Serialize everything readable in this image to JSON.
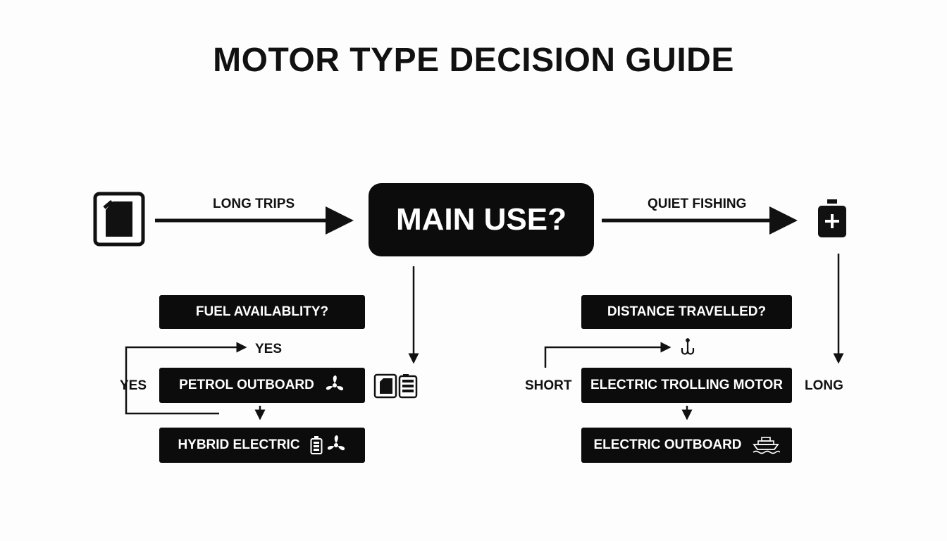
{
  "title": "MOTOR TYPE DECISION GUIDE",
  "main_question": "MAIN USE?",
  "edges": {
    "long_trips": "LONG TRIPS",
    "quiet_fishing": "QUIET FISHING",
    "left_yes_top": "YES",
    "left_yes_side": "YES",
    "short": "SHORT",
    "long": "LONG"
  },
  "left_nodes": {
    "fuel_question": "FUEL AVAILABLITY?",
    "petrol_outboard": "PETROL OUTBOARD",
    "hybrid_electric": "HYBRID ELECTRIC"
  },
  "right_nodes": {
    "distance_question": "DISTANCE TRAVELLED?",
    "electric_trolling": "ELECTRIC TROLLING MOTOR",
    "electric_outboard": "ELECTRIC OUTBOARD"
  },
  "icons": {
    "left_start": "fuel-can-icon",
    "right_start": "battery-icon",
    "petrol": "propeller-icon",
    "hybrid": [
      "battery-icon",
      "propeller-icon"
    ],
    "center_pair": [
      "fuel-can-icon",
      "battery-icon"
    ],
    "fishing": "fishing-hook-icon",
    "electric_outboard": "boat-icon"
  },
  "colors": {
    "node_fill": "#0c0c0c",
    "node_text": "#ffffff",
    "line": "#111111"
  }
}
